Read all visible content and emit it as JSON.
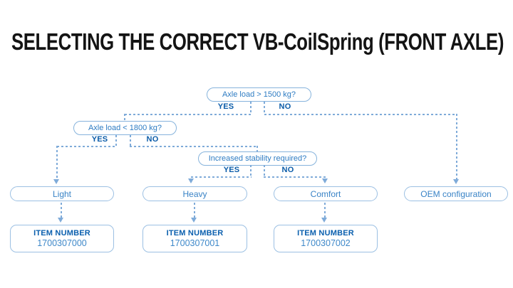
{
  "title": "SELECTING THE CORRECT VB-CoilSpring (FRONT AXLE)",
  "colors": {
    "title_text": "#141414",
    "question_text": "#2e7cc3",
    "yes_no_text": "#0b5ca9",
    "item_label_text": "#0a5fae",
    "item_number_text": "#3e88c9",
    "line": "#7fabd9",
    "box_border": "#9cc0e3",
    "background": "#ffffff"
  },
  "flowchart": {
    "decisions": [
      {
        "question": "Axle load > 1500 kg?",
        "yes_label": "YES",
        "no_label": "NO"
      },
      {
        "question": "Axle load < 1800 kg?",
        "yes_label": "YES",
        "no_label": "NO"
      },
      {
        "question": "Increased stability required?",
        "yes_label": "YES",
        "no_label": "NO"
      }
    ],
    "outcomes": [
      {
        "label": "Light",
        "item_label": "ITEM NUMBER",
        "item_number": "1700307000"
      },
      {
        "label": "Heavy",
        "item_label": "ITEM NUMBER",
        "item_number": "1700307001"
      },
      {
        "label": "Comfort",
        "item_label": "ITEM NUMBER",
        "item_number": "1700307002"
      },
      {
        "label": "OEM configuration"
      }
    ]
  }
}
